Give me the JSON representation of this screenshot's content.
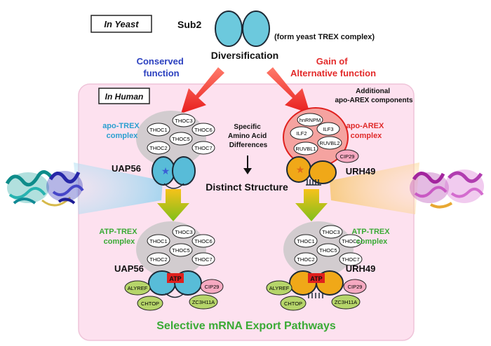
{
  "colors": {
    "sub2": "#6cc9dd",
    "uap56": "#58bcd8",
    "urh49": "#f0a818",
    "panel_bg": "#fde1ef",
    "panel_border": "#e8b8cf",
    "conserved": "#2a3fbf",
    "gain": "#e32a2a",
    "trex": "#2a9fd0",
    "arex": "#e02a2a",
    "atp_trex": "#3aaa35",
    "green_arrow": "#8ec21a",
    "red_arrow": "#e81e1e",
    "atp_box": "#e0201e",
    "cip29": "#f6a9c1",
    "green_protein": "#b6d56a"
  },
  "yeast": {
    "label": "In Yeast",
    "protein": "Sub2",
    "note": "(form yeast TREX complex)",
    "process": "Diversification"
  },
  "branches": {
    "left": [
      "Conserved",
      "function"
    ],
    "right": [
      "Gain of",
      "Alternative function"
    ]
  },
  "human": {
    "label": "In Human",
    "footer": "Selective mRNA Export Pathways",
    "center_text": [
      "Specific",
      "Amino Acid",
      "Differences"
    ],
    "distinct": "Distinct Structure",
    "additional": [
      "Additional",
      "apo-AREX components"
    ]
  },
  "trex_subunits": [
    "THOC3",
    "THOC1",
    "THOC6",
    "THOC5",
    "THOC2",
    "THOC7"
  ],
  "arex_components": [
    "hnRNPM",
    "ILF2",
    "ILF3",
    "RUVBL2",
    "RUVBL1"
  ],
  "left_top": {
    "complex": [
      "apo-TREX",
      "complex"
    ],
    "helicase": "UAP56"
  },
  "right_top": {
    "complex": [
      "apo-AREX",
      "complex"
    ],
    "helicase": "URH49",
    "partner": "CIP29"
  },
  "left_bottom": {
    "complex": [
      "ATP-TREX",
      "complex"
    ],
    "helicase": "UAP56",
    "atp": "ATP",
    "partners": [
      "ALYREF",
      "CHTOP",
      "CIP29",
      "ZC3H11A"
    ]
  },
  "right_bottom": {
    "complex": [
      "ATP-TREX",
      "complex"
    ],
    "helicase": "URH49",
    "atp": "ATP",
    "partners": [
      "ALYREF",
      "CHTOP",
      "CIP29",
      "ZC3H11A"
    ]
  }
}
